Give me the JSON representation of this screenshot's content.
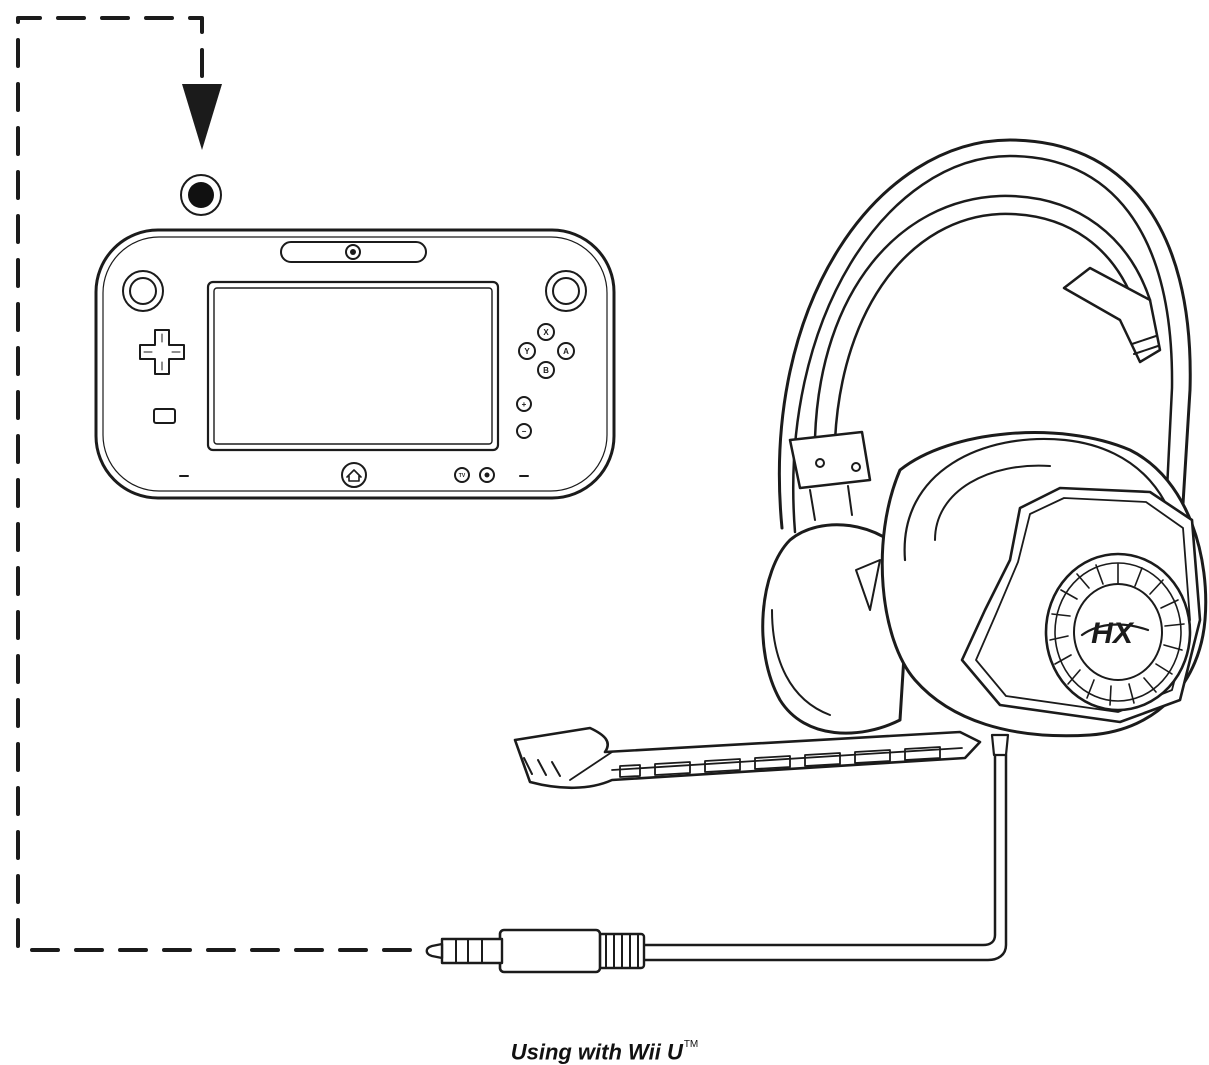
{
  "caption": {
    "text": "Using with Wii U",
    "trademark": "TM"
  },
  "gamepad": {
    "buttons": {
      "x": "X",
      "y": "Y",
      "a": "A",
      "b": "B",
      "plus": "+",
      "minus": "−",
      "tv": "TV"
    }
  },
  "headset": {
    "logo": "HX"
  },
  "colors": {
    "ink": "#1b1b1b",
    "background": "#ffffff"
  }
}
